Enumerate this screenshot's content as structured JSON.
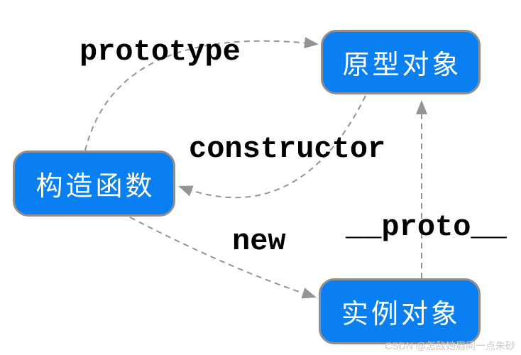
{
  "diagram": {
    "nodes": {
      "constructor_fn": {
        "label": "构造函数"
      },
      "prototype_obj": {
        "label": "原型对象"
      },
      "instance_obj": {
        "label": "实例对象"
      }
    },
    "edges": {
      "prototype": {
        "label": "prototype",
        "from": "constructor_fn",
        "to": "prototype_obj"
      },
      "constructor": {
        "label": "constructor",
        "from": "prototype_obj",
        "to": "constructor_fn"
      },
      "new": {
        "label": "new",
        "from": "constructor_fn",
        "to": "instance_obj"
      },
      "proto": {
        "label": "__proto__",
        "from": "instance_obj",
        "to": "prototype_obj"
      }
    },
    "colors": {
      "node_fill": "#0a7ff2",
      "node_border": "#8e8e8e",
      "node_text": "#ffffff",
      "edge": "#949494",
      "label_text": "#000000",
      "watermark": "#c9c9c9"
    },
    "watermark": "CSDN @怎敌她眉间一点朱砂"
  }
}
